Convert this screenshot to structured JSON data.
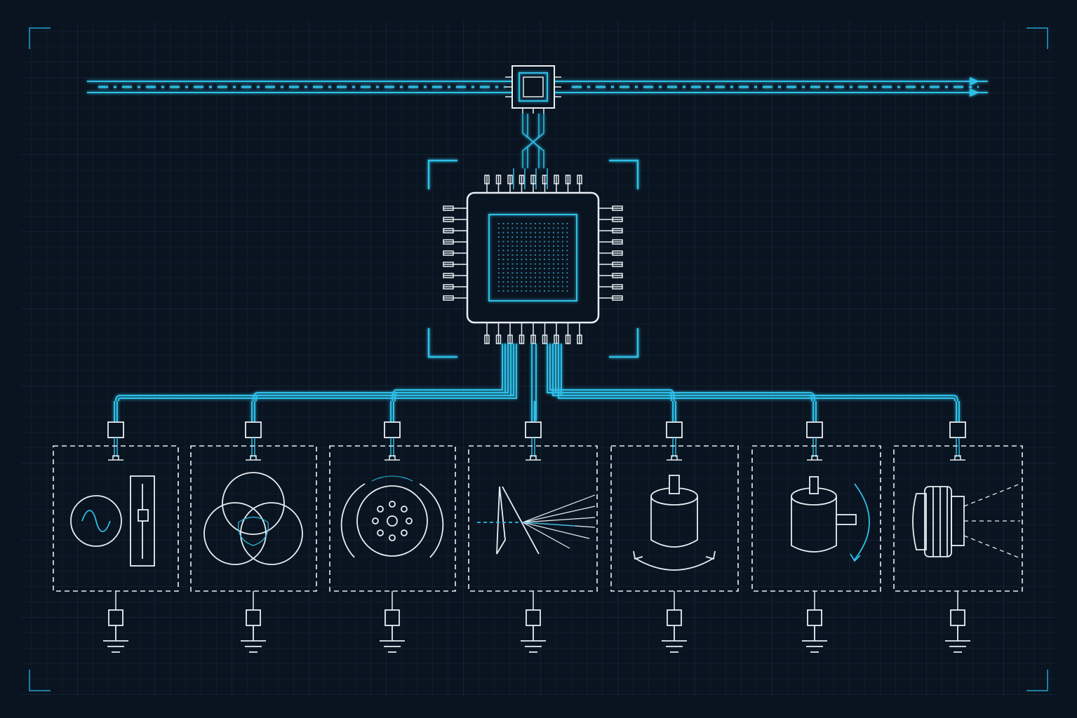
{
  "palette": {
    "background": "#0a1420",
    "grid_minor": "#132536",
    "grid_major": "#18304a",
    "accent": "#2fbfe8",
    "accent_dim": "#1d7fa6",
    "line": "#e8eef3"
  },
  "diagram": {
    "top_bus": {
      "direction": "left-to-right",
      "icon": "serial-bus-arrows"
    },
    "bridge_chip": {
      "icon": "small-ic-chip"
    },
    "controller": {
      "icon": "microcontroller-chip",
      "pins_per_side": 9,
      "corner_brackets": true
    },
    "modules": [
      {
        "id": "signal-generator",
        "icon": "sine-wave-slider-icon"
      },
      {
        "id": "color-mixer",
        "icon": "venn-rgb-icon"
      },
      {
        "id": "speaker",
        "icon": "speaker-dots-icon"
      },
      {
        "id": "scanner",
        "icon": "light-fan-beam-icon"
      },
      {
        "id": "rotary-motor",
        "icon": "motor-rotation-icon"
      },
      {
        "id": "encoder-motor",
        "icon": "motor-shaft-arrow-icon"
      },
      {
        "id": "camera",
        "icon": "camera-lens-icon"
      }
    ],
    "ground": {
      "icon": "ground-symbol"
    }
  }
}
